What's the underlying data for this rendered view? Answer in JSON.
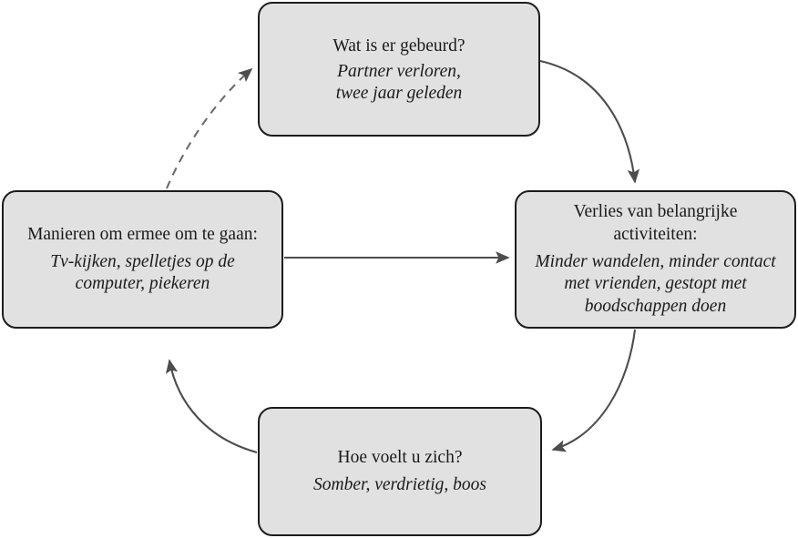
{
  "diagram": {
    "type": "cycle-diagram",
    "language": "nl",
    "colors": {
      "node_fill": "#e1e1e1",
      "node_border": "#1c1c1c",
      "arrow": "#4d4d4d",
      "text": "#1a1a1a",
      "background": "#ffffff"
    },
    "nodes": [
      {
        "id": "event",
        "title": "Wat is er gebeurd?",
        "detail": "Partner verloren,\ntwee jaar geleden"
      },
      {
        "id": "loss",
        "title": "Verlies van belangrijke\nactiviteiten:",
        "detail": "Minder wandelen, minder contact\nmet vrienden, gestopt met\nboodschappen doen"
      },
      {
        "id": "feeling",
        "title": "Hoe voelt u zich?",
        "detail": "Somber, verdrietig, boos"
      },
      {
        "id": "coping",
        "title": "Manieren om ermee om te gaan:",
        "detail": "Tv-kijken, spelletjes op de\ncomputer, piekeren"
      }
    ],
    "arrows": [
      {
        "id": "event-to-loss",
        "from": "event",
        "to": "loss",
        "style": "solid",
        "shape": "curved"
      },
      {
        "id": "loss-to-feeling",
        "from": "loss",
        "to": "feeling",
        "style": "solid",
        "shape": "curved"
      },
      {
        "id": "feeling-to-coping",
        "from": "feeling",
        "to": "coping",
        "style": "solid",
        "shape": "curved"
      },
      {
        "id": "coping-to-event",
        "from": "coping",
        "to": "event",
        "style": "dashed",
        "shape": "curved"
      },
      {
        "id": "coping-to-loss",
        "from": "coping",
        "to": "loss",
        "style": "solid",
        "shape": "straight"
      }
    ]
  }
}
